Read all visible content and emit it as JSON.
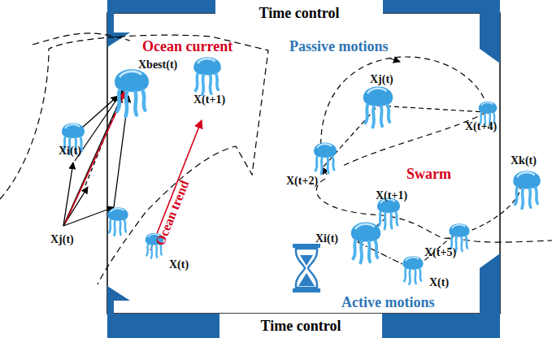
{
  "diagram": {
    "nodes": [
      {
        "text": [
          "Time control"
        ]
      },
      {
        "text": [
          "Time control"
        ]
      }
    ],
    "labels": [
      "Ocean current",
      "Passive motions",
      "Xi(t)",
      "Xbest(t)",
      "X(t+1)",
      "Xj(t)",
      "Ocean trend",
      "X(t)",
      "Xj(t)",
      "X(t+2)",
      "Swarm",
      "X(t+4)",
      "Xk(t)",
      "X(t+1)",
      "Xi(t)",
      "X(t+5)",
      "X(t)",
      "Active motions"
    ]
  }
}
